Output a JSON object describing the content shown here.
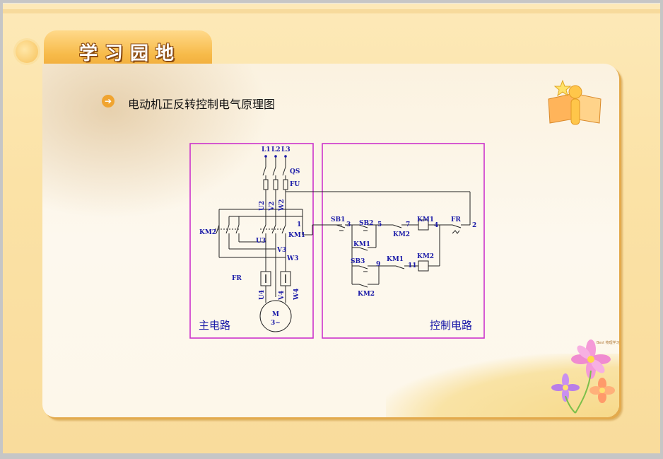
{
  "slide": {
    "header_title": "学习园地",
    "subtitle": "电动机正反转控制电气原理图"
  },
  "diagram": {
    "main_circuit": {
      "caption": "主电路",
      "supply": [
        "L1",
        "L2",
        "L3"
      ],
      "labels": {
        "switch": "QS",
        "fuse": "FU",
        "contactor_reverse": "KM2",
        "contactor_forward": "KM1",
        "overload": "FR",
        "motor_name": "M",
        "motor_phase": "3~"
      },
      "terminals_upper": [
        "U2",
        "V2",
        "W2"
      ],
      "terminals_mid": [
        "U3",
        "V3",
        "W3"
      ],
      "terminals_lower": [
        "U4",
        "V4",
        "W4"
      ],
      "node": "1"
    },
    "control_circuit": {
      "caption": "控制电路",
      "labels": {
        "stop": "SB1",
        "forward_start": "SB2",
        "reverse_start": "SB3",
        "km1_hold": "KM1",
        "km2_hold": "KM2",
        "km2_interlock": "KM2",
        "km1_interlock": "KM1",
        "km1_coil": "KM1",
        "km2_coil": "KM2",
        "overload": "FR"
      },
      "nodes": {
        "n2": "2",
        "n3": "3",
        "n4": "4",
        "n5": "5",
        "n7": "7",
        "n9": "9",
        "n11": "11"
      }
    },
    "colors": {
      "border": "#cc33cc",
      "wire": "#222222",
      "label": "#1a1aa8",
      "accent": "#f0a430"
    }
  },
  "watermark": "Best 物理学习"
}
